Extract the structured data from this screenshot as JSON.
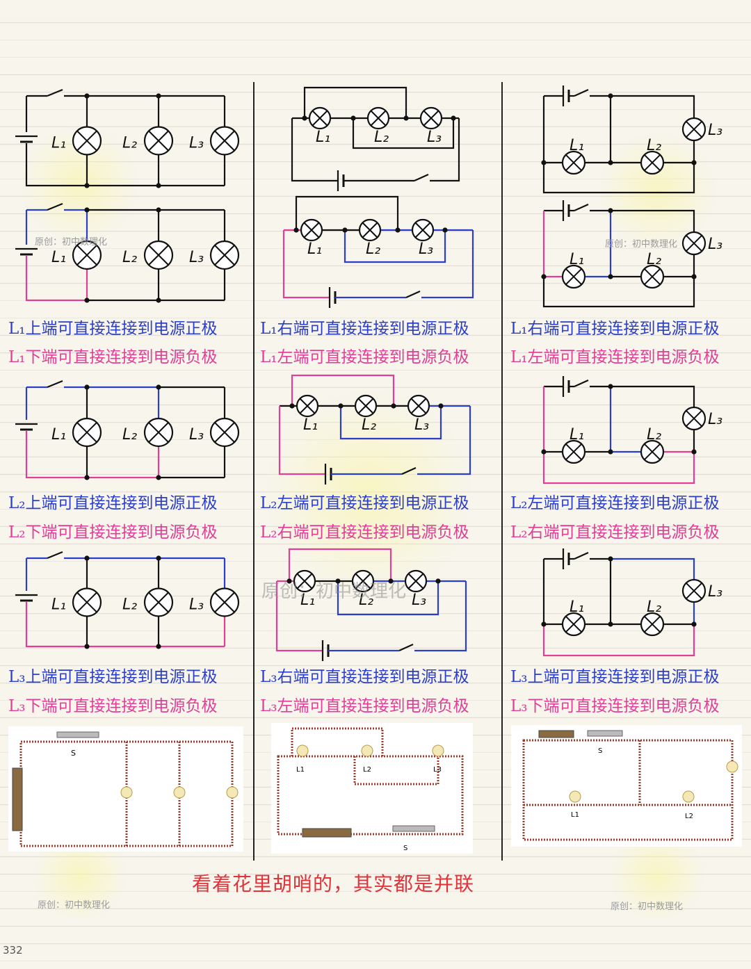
{
  "lamps": {
    "l1": "L₁",
    "l2": "L₂",
    "l3": "L₃"
  },
  "photo_labels": {
    "s": "S",
    "l1": "L1",
    "l2": "L2",
    "l3": "L3"
  },
  "captions": [
    [
      "L₁上端可直接连接到电源正极",
      "L₁右端可直接连接到电源正极",
      "L₁右端可直接连接到电源正极"
    ],
    [
      "L₁下端可直接连接到电源负极",
      "L₁左端可直接连接到电源负极",
      "L₁左端可直接连接到电源负极"
    ],
    [
      "L₂上端可直接连接到电源正极",
      "L₂左端可直接连接到电源正极",
      "L₂左端可直接连接到电源正极"
    ],
    [
      "L₂下端可直接连接到电源负极",
      "L₂右端可直接连接到电源负极",
      "L₂右端可直接连接到电源负极"
    ],
    [
      "L₃上端可直接连接到电源正极",
      "L₃右端可直接连接到电源正极",
      "L₃上端可直接连接到电源正极"
    ],
    [
      "L₃下端可直接连接到电源负极",
      "L₃左端可直接连接到电源负极",
      "L₃下端可直接连接到电源负极"
    ]
  ],
  "summary": "看着花里胡哨的，其实都是并联",
  "watermark": "原创：初中数理化",
  "page_number": "332",
  "colors": {
    "positive": "#2b3ec9",
    "negative": "#df3f96",
    "summary": "#e0343a",
    "wire": "#111111"
  }
}
